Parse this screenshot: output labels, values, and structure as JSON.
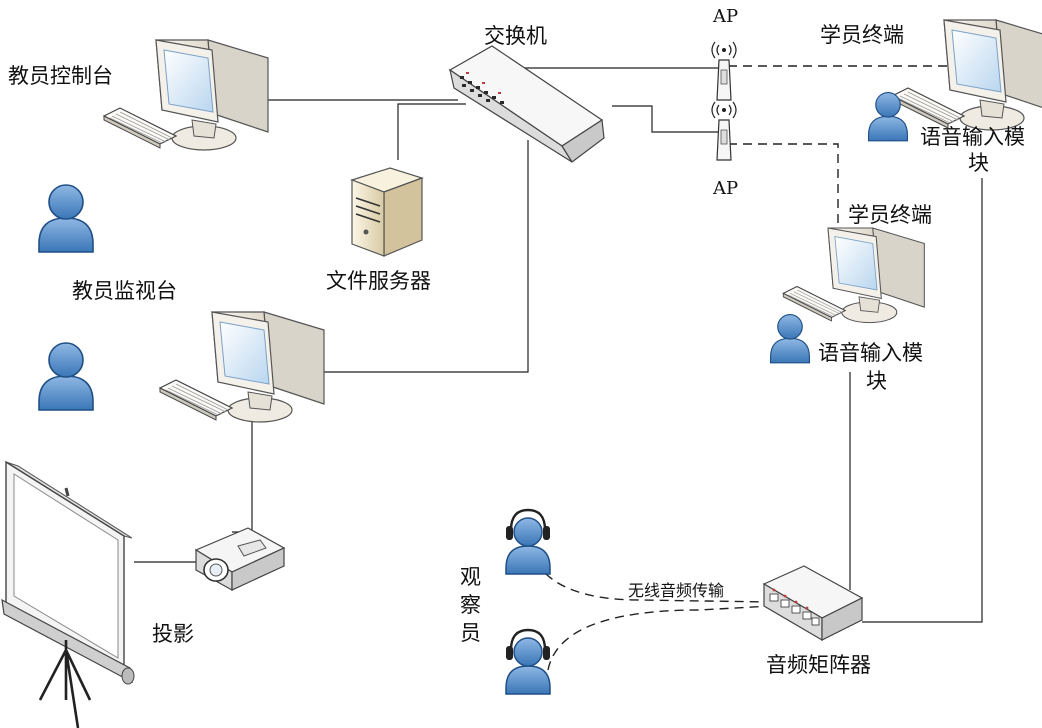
{
  "labels": {
    "switch": "交换机",
    "ap_top": "AP",
    "ap_bottom": "AP",
    "student_terminal_1": "学员终端",
    "student_terminal_2": "学员终端",
    "voice_module_1_line1": "语音输入模",
    "voice_module_1_line2": "块",
    "voice_module_2_line1": "语音输入模",
    "voice_module_2_line2": "块",
    "instructor_console": "教员控制台",
    "file_server": "文件服务器",
    "instructor_monitor": "教员监视台",
    "projector": "投影",
    "observer_line1": "观",
    "observer_line2": "察",
    "observer_line3": "员",
    "wireless_audio": "无线音频传输",
    "audio_matrix": "音频矩阵器"
  },
  "colors": {
    "person_fill": "#4a86c5",
    "person_stroke": "#1f4f86",
    "device_beige": "#f2eee4",
    "screen_blue": "#cfe3f5",
    "line": "#222222"
  },
  "icons": {
    "computer": "computer-icon",
    "person": "person-icon",
    "headset_person": "headset-person-icon",
    "switch": "switch-icon",
    "server": "server-icon",
    "access_point": "access-point-icon",
    "projector": "projector-icon",
    "screen": "projection-screen-icon",
    "audio_matrix": "audio-matrix-icon"
  }
}
